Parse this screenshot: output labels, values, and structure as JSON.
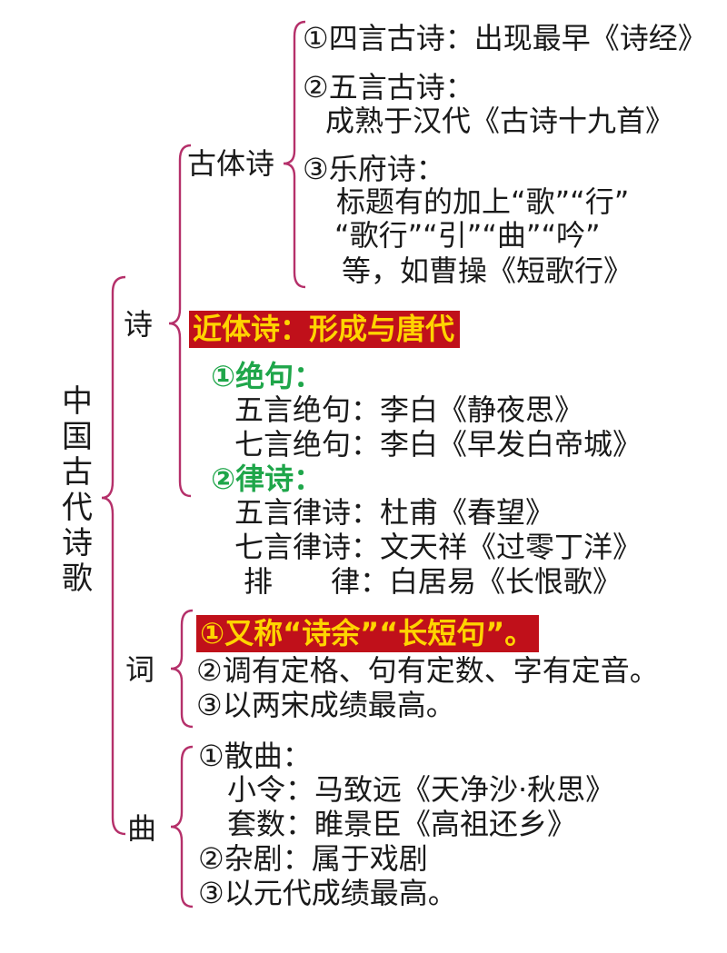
{
  "root": {
    "title_chars": [
      "中",
      "国",
      "古",
      "代",
      "诗",
      "歌"
    ]
  },
  "branches": {
    "shi": "诗",
    "ci": "词",
    "qu": "曲"
  },
  "shi": {
    "guti": {
      "label": "古体诗",
      "items": [
        "①四言古诗：出现最早《诗经》",
        "②五言古诗：",
        "成熟于汉代《古诗十九首》",
        "③乐府诗：",
        "标题有的加上“歌”“行”",
        "“歌行”“引”“曲”“吟”",
        "等，如曹操《短歌行》"
      ]
    },
    "jinti": {
      "label": "近体诗：形成与唐代",
      "jueju_label": "①绝句：",
      "jueju": [
        "五言绝句：李白《静夜思》",
        "七言绝句：李白《早发白帝城》"
      ],
      "lvshi_label": "②律诗：",
      "lvshi": [
        "五言律诗：杜甫《春望》",
        "七言律诗：文天祥《过零丁洋》",
        "排　　律：白居易《长恨歌》"
      ]
    }
  },
  "ci": {
    "highlight": "①又称“诗余”“长短句”。",
    "items": [
      "②调有定格、句有定数、字有定音。",
      "③以两宋成绩最高。"
    ]
  },
  "qu": {
    "items": [
      "①散曲：",
      "小令：马致远《天净沙·秋思》",
      "套数：睢景臣《高祖还乡》",
      "②杂剧：属于戏剧",
      "③以元代成绩最高。"
    ]
  },
  "colors": {
    "bracket": "#b5306a",
    "highlight_bg": "#c0101a",
    "highlight_text": "#ffd400",
    "green": "#1fa64a"
  }
}
